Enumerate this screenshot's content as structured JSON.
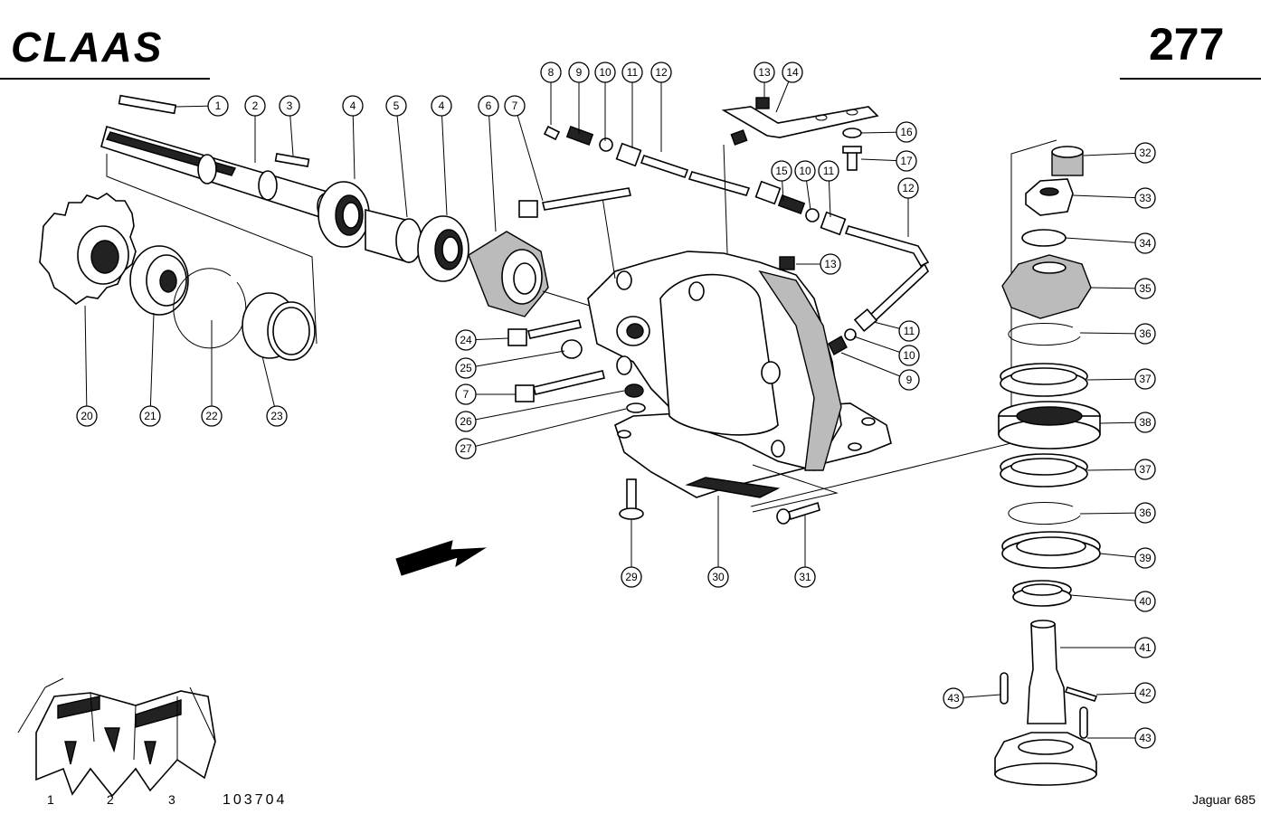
{
  "header": {
    "brand": "CLAAS",
    "page_number": "277"
  },
  "footer": {
    "drawing_number": "103704",
    "model": "Jaguar 685",
    "unit_labels": [
      "1",
      "2",
      "3"
    ]
  },
  "callouts": [
    {
      "label": "1"
    },
    {
      "label": "2"
    },
    {
      "label": "3"
    },
    {
      "label": "4"
    },
    {
      "label": "5"
    },
    {
      "label": "4"
    },
    {
      "label": "6"
    },
    {
      "label": "7"
    },
    {
      "label": "8"
    },
    {
      "label": "9"
    },
    {
      "label": "10"
    },
    {
      "label": "11"
    },
    {
      "label": "12"
    },
    {
      "label": "13"
    },
    {
      "label": "14"
    },
    {
      "label": "16"
    },
    {
      "label": "17"
    },
    {
      "label": "15"
    },
    {
      "label": "10"
    },
    {
      "label": "11"
    },
    {
      "label": "12"
    },
    {
      "label": "13"
    },
    {
      "label": "11"
    },
    {
      "label": "10"
    },
    {
      "label": "9"
    },
    {
      "label": "24"
    },
    {
      "label": "25"
    },
    {
      "label": "7"
    },
    {
      "label": "26"
    },
    {
      "label": "27"
    },
    {
      "label": "20"
    },
    {
      "label": "21"
    },
    {
      "label": "22"
    },
    {
      "label": "23"
    },
    {
      "label": "29"
    },
    {
      "label": "30"
    },
    {
      "label": "31"
    },
    {
      "label": "32"
    },
    {
      "label": "33"
    },
    {
      "label": "34"
    },
    {
      "label": "35"
    },
    {
      "label": "36"
    },
    {
      "label": "37"
    },
    {
      "label": "38"
    },
    {
      "label": "37"
    },
    {
      "label": "36"
    },
    {
      "label": "39"
    },
    {
      "label": "40"
    },
    {
      "label": "41"
    },
    {
      "label": "42"
    },
    {
      "label": "43"
    },
    {
      "label": "43"
    }
  ]
}
